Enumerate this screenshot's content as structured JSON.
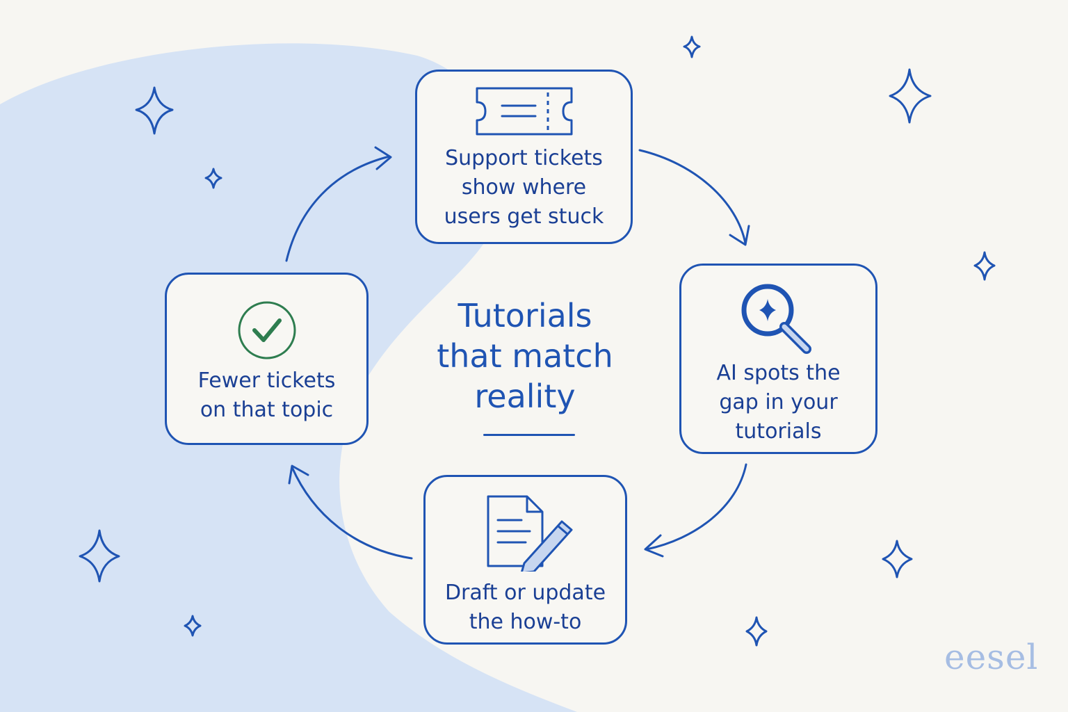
{
  "colors": {
    "accent": "#1f54b3",
    "check": "#2e7d4f",
    "blob": "#d6e3f5",
    "background": "#f7f6f2"
  },
  "center": {
    "title": "Tutorials\nthat match\nreality"
  },
  "steps": [
    {
      "label": "Support tickets\nshow where\nusers get stuck",
      "icon": "ticket-icon"
    },
    {
      "label": "AI spots the\ngap in your\ntutorials",
      "icon": "magnifier-sparkle-icon"
    },
    {
      "label": "Draft or update\nthe how-to",
      "icon": "document-pencil-icon"
    },
    {
      "label": "Fewer tickets\non that topic",
      "icon": "check-circle-icon"
    }
  ],
  "brand": "eesel"
}
